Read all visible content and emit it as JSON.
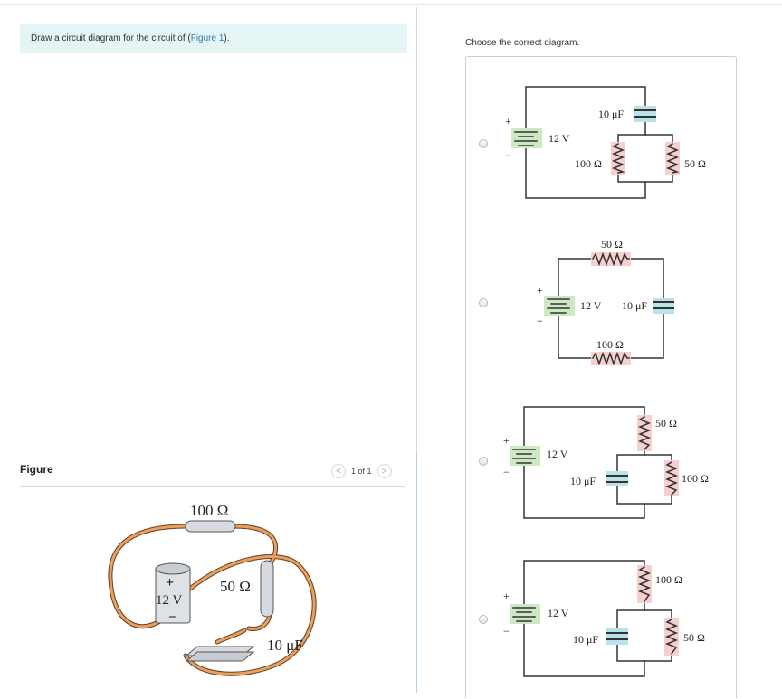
{
  "prompt": {
    "text": "Draw a circuit diagram for the circuit of (",
    "link": "Figure 1",
    "after": ")."
  },
  "figure_panel": {
    "label": "Figure",
    "pager": {
      "prev_icon": "<",
      "count": "1 of 1",
      "next_icon": ">"
    },
    "illustration": {
      "resistor_top": "100 Ω",
      "resistor_right": "50 Ω",
      "battery_plus": "+",
      "battery_voltage": "12 V",
      "battery_minus": "−",
      "capacitor": "10 μF"
    }
  },
  "question": "Choose the correct diagram.",
  "options": [
    {
      "plus": "+",
      "minus": "−",
      "battery": "12 V",
      "capacitor": "10 μF",
      "resistor_a": "100 Ω",
      "resistor_b": "50 Ω"
    },
    {
      "plus": "+",
      "minus": "−",
      "battery": "12 V",
      "capacitor": "10 μF",
      "resistor_top": "50 Ω",
      "resistor_bottom": "100 Ω"
    },
    {
      "plus": "+",
      "minus": "−",
      "battery": "12 V",
      "capacitor": "10 μF",
      "resistor_top": "50 Ω",
      "resistor_right": "100 Ω"
    },
    {
      "plus": "+",
      "minus": "−",
      "battery": "12 V",
      "capacitor": "10 μF",
      "resistor_top": "100 Ω",
      "resistor_right": "50 Ω"
    }
  ],
  "colors": {
    "battery_highlight": "#cfe8c4",
    "capacitor_highlight": "#b8e3ea",
    "resistor_highlight": "#f6cfcf",
    "wire": "#333333",
    "wire_illustration": "#d9894a"
  }
}
